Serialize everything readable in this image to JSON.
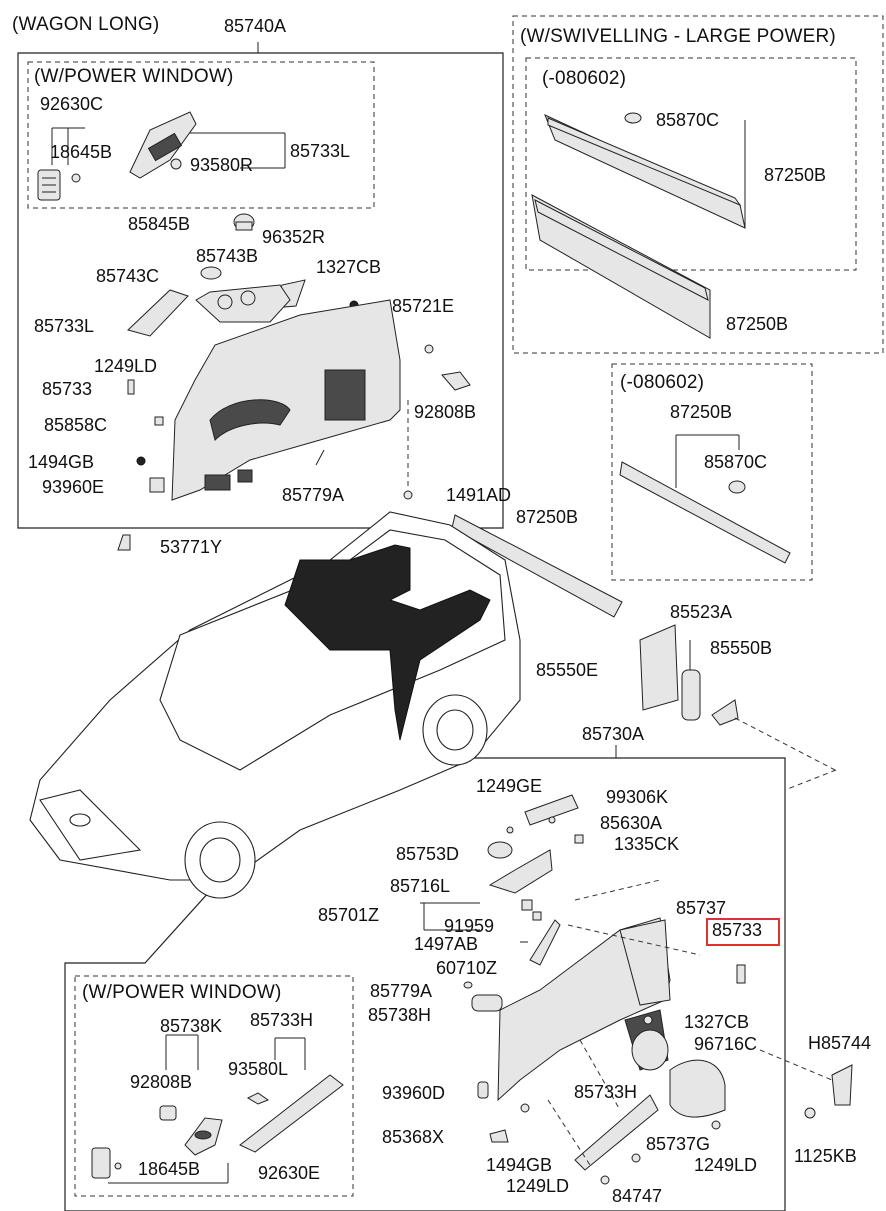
{
  "groups": {
    "wagon_long": "(WAGON LONG)",
    "power_window_top": "(W/POWER WINDOW)",
    "swivelling": "(W/SWIVELLING - LARGE POWER)",
    "date_a": "(-080602)",
    "date_b": "(-080602)",
    "power_window_bottom": "(W/POWER WINDOW)"
  },
  "labels": {
    "p85740A": "85740A",
    "p92630C": "92630C",
    "p18645B_top": "18645B",
    "p93580R": "93580R",
    "p85733L_top": "85733L",
    "p85845B": "85845B",
    "p96352R": "96352R",
    "p85743B": "85743B",
    "p1327CB_top": "1327CB",
    "p85743C": "85743C",
    "p85721E": "85721E",
    "p85733L_mid": "85733L",
    "p1249LD_top": "1249LD",
    "p85733_top": "85733",
    "p92808B_top": "92808B",
    "p85858C": "85858C",
    "p1494GB_top": "1494GB",
    "p93960E": "93960E",
    "p85779A_top": "85779A",
    "p1491AD": "1491AD",
    "p53771Y": "53771Y",
    "p85870C_a": "85870C",
    "p87250B_a": "87250B",
    "p87250B_b": "87250B",
    "p87250B_c": "87250B",
    "p85870C_b": "85870C",
    "p87250B_d": "87250B",
    "p85523A": "85523A",
    "p85550B": "85550B",
    "p85550E": "85550E",
    "p85730A": "85730A",
    "p1249GE": "1249GE",
    "p99306K": "99306K",
    "p85630A": "85630A",
    "p1335CK": "1335CK",
    "p85753D": "85753D",
    "p85716L": "85716L",
    "p85737_a": "85737",
    "p85701Z": "85701Z",
    "p91959": "91959",
    "p85733_hl": "85733",
    "p1497AB": "1497AB",
    "p60710Z": "60710Z",
    "p85779A_bot": "85779A",
    "p85738H": "85738H",
    "p1327CB_bot": "1327CB",
    "p96716C": "96716C",
    "pH85744": "H85744",
    "p85738K": "85738K",
    "p85733H_a": "85733H",
    "p92808B_bot": "92808B",
    "p93580L": "93580L",
    "p93960D": "93960D",
    "p85733H_b": "85733H",
    "p85368X": "85368X",
    "p85737G": "85737G",
    "p1125KB": "1125KB",
    "p1494GB_bot": "1494GB",
    "p1249LD_b": "1249LD",
    "p18645B_bot": "18645B",
    "p92630E": "92630E",
    "p1249LD_c": "1249LD",
    "p84747": "84747"
  },
  "highlight": {
    "part": "85733",
    "color": "#e03030"
  },
  "icons": [
    "car-body-icon",
    "trim-panel-icon",
    "scuff-plate-icon",
    "fire-extinguisher-icon",
    "speaker-grille-icon",
    "switch-icon",
    "clip-icon",
    "screw-icon"
  ]
}
